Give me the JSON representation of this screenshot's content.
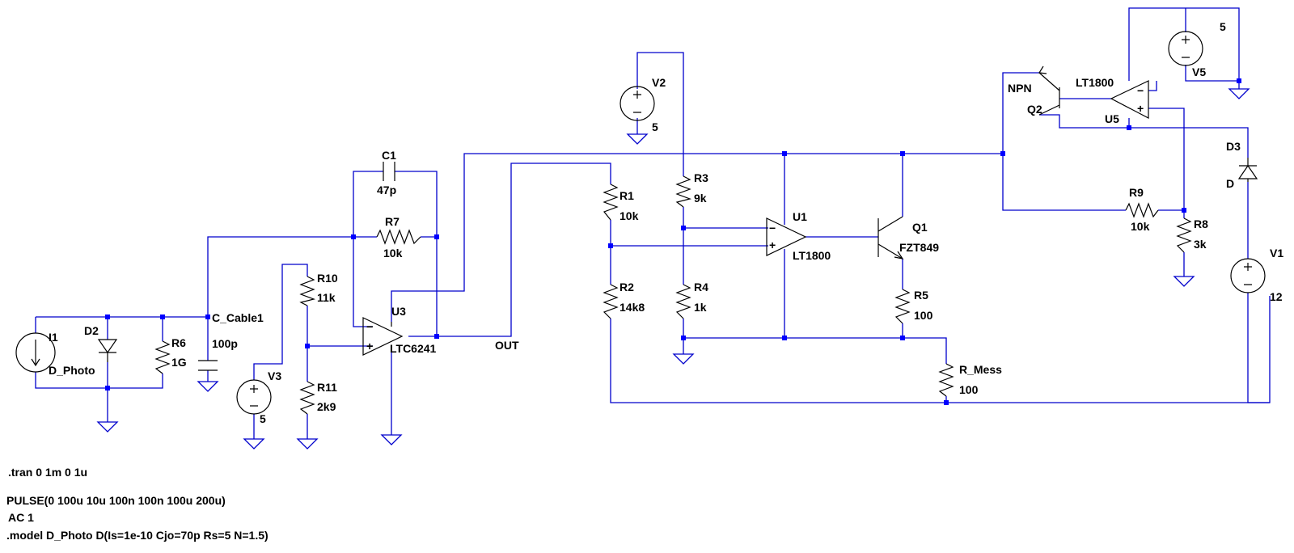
{
  "components": {
    "I1": {
      "name": "I1",
      "model": "D_Photo"
    },
    "D2": {
      "name": "D2"
    },
    "R6": {
      "name": "R6",
      "value": "1G"
    },
    "C_Cable1": {
      "name": "C_Cable1",
      "value": "100p"
    },
    "C1": {
      "name": "C1",
      "value": "47p"
    },
    "R7": {
      "name": "R7",
      "value": "10k"
    },
    "R10": {
      "name": "R10",
      "value": "11k"
    },
    "R11": {
      "name": "R11",
      "value": "2k9"
    },
    "V3": {
      "name": "V3",
      "value": "5"
    },
    "U3": {
      "name": "U3",
      "part": "LTC6241"
    },
    "R1": {
      "name": "R1",
      "value": "10k"
    },
    "R2": {
      "name": "R2",
      "value": "14k8"
    },
    "V2": {
      "name": "V2",
      "value": "5"
    },
    "R3": {
      "name": "R3",
      "value": "9k"
    },
    "R4": {
      "name": "R4",
      "value": "1k"
    },
    "U1": {
      "name": "U1",
      "part": "LT1800"
    },
    "Q1": {
      "name": "Q1",
      "part": "FZT849"
    },
    "R5": {
      "name": "R5",
      "value": "100"
    },
    "R_Mess": {
      "name": "R_Mess",
      "value": "100"
    },
    "Q2": {
      "name": "Q2",
      "part": "NPN"
    },
    "U5": {
      "name": "U5",
      "part": "LT1800"
    },
    "V5": {
      "name": "V5",
      "value": "5"
    },
    "R9": {
      "name": "R9",
      "value": "10k"
    },
    "R8": {
      "name": "R8",
      "value": "3k"
    },
    "D3": {
      "name": "D3",
      "model": "D"
    },
    "V1": {
      "name": "V1",
      "value": "12"
    }
  },
  "net_labels": {
    "out": "OUT"
  },
  "directives": {
    "tran": ".tran 0 1m 0 1u",
    "pulse": "PULSE(0 100u 10u 100n 100n 100u 200u)",
    "ac": "AC 1",
    "model": ".model D_Photo D(Is=1e-10 Cjo=70p Rs=5 N=1.5)"
  },
  "colors": {
    "wire": "#0000cc",
    "junction": "#0000ff",
    "component": "#000000",
    "background": "#ffffff"
  }
}
